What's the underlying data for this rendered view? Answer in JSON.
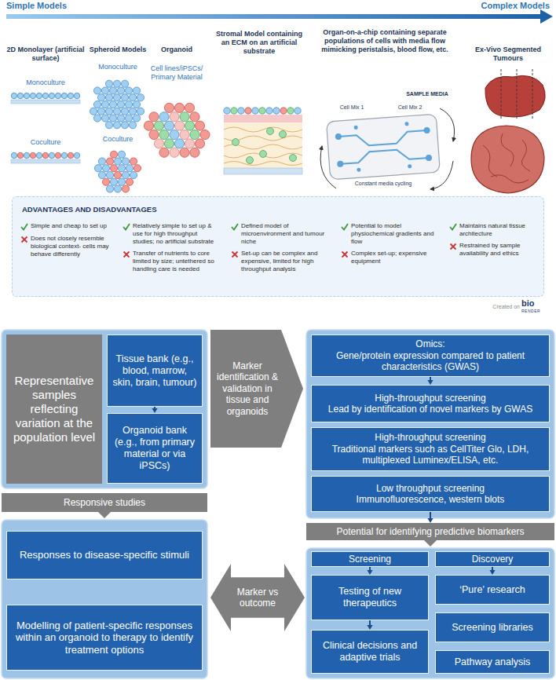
{
  "diagram": {
    "nodes": [
      {
        "text": [
          "ADVANTAGES AND DISADVANTAGES",
          "Simple and cheap to set up",
          "Does not closely resemble biological context- cells may behave differently",
          "Relatively simple to set up & use for high throughput studies; no artificial substrate",
          "Transfer of nutrients to core limited by size; untethered so handling care is needed",
          "Defined model of microenvironment and tumour niche",
          "Set-up can be complex and expensive, limited for high throughput analysis",
          "Potential to model physiochemical gradients and flow",
          "Complex set-up; expensive equipment",
          "Maintains natural tissue architecture",
          "Restrained by sample availability and ethics"
        ]
      },
      {
        "text": [
          "Representative samples reflecting variation at the population level"
        ]
      },
      {
        "text": [
          "Tissue bank (e.g., blood, marrow, skin, brain, tumour)"
        ]
      },
      {
        "text": [
          "Organoid bank (e.g., from primary material or via iPSCs)"
        ]
      },
      {
        "text": [
          "Marker identification & validation in tissue and organoids"
        ]
      },
      {
        "text": [
          "Omics:",
          "Gene/protein expression compared to patient characteristics (GWAS)"
        ]
      },
      {
        "text": [
          "High-throughput screening",
          "Lead by identification of novel markers by GWAS"
        ]
      },
      {
        "text": [
          "High-throughput screening",
          "Traditional markers such as CellTiter Glo, LDH, multiplexed Luminex/ELISA, etc."
        ]
      },
      {
        "text": [
          "Low throughput screening",
          "Immunofluorescence, western blots"
        ]
      },
      {
        "text": [
          "Responsive studies"
        ]
      },
      {
        "text": [
          "Potential for identifying predictive biomarkers"
        ]
      },
      {
        "text": [
          "Responses to disease-specific stimuli"
        ]
      },
      {
        "text": [
          "Marker vs outcome"
        ]
      },
      {
        "text": [
          "Modelling of patient-specific responses within an organoid to therapy to identify treatment options"
        ]
      },
      {
        "text": [
          "Screening"
        ]
      },
      {
        "text": [
          "Discovery"
        ]
      },
      {
        "text": [
          "Testing of new therapeutics"
        ]
      },
      {
        "text": [
          "‘Pure’ research"
        ]
      },
      {
        "text": [
          "Screening libraries"
        ]
      },
      {
        "text": [
          "Clinical decisions and adaptive trials"
        ]
      },
      {
        "text": [
          "Pathway analysis"
        ]
      }
    ],
    "edges": [
      {
        "from": 2,
        "to": 3,
        "arrow": "to"
      },
      {
        "from": 5,
        "to": 6,
        "arrow": "to"
      },
      {
        "from": 8,
        "to": 10,
        "arrow": "to"
      },
      {
        "from": 14,
        "to": 16,
        "arrow": "to"
      },
      {
        "from": 16,
        "to": 19,
        "arrow": "to"
      },
      {
        "from": 15,
        "to": 17,
        "arrow": "to"
      }
    ],
    "labels": [
      "Simple Models",
      "Complex Models",
      "2D Monolayer (artificial surface)",
      "Spheroid Models",
      "Organoid",
      "Stromal Model containing an ECM on an artificial substrate",
      "Organ-on-a-chip containing separate populations of cells with media flow mimicking peristalsis, blood flow, etc.",
      "Ex-Vivo Segmented Tumours",
      "Monoculture",
      "Monoculture",
      "Cell lines/iPSCs/ Primary Material",
      "Coculture",
      "Coculture",
      "SAMPLE MEDIA",
      "Cell Mix 1",
      "Cell Mix 2",
      "Constant media cycling",
      "Created on",
      "bio",
      "RENDER"
    ]
  }
}
